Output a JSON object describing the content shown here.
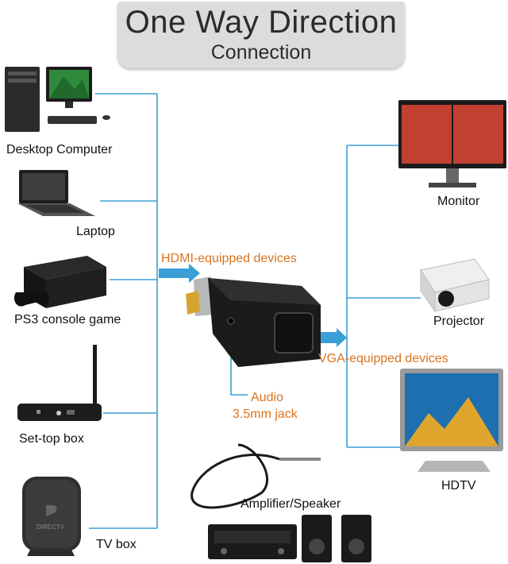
{
  "title": {
    "main": "One Way  Direction",
    "sub": "Connection"
  },
  "sources": {
    "desktop": "Desktop Computer",
    "laptop": "Laptop",
    "ps3": "PS3 console game",
    "settop": "Set-top box",
    "tvbox": "TV box"
  },
  "outputs": {
    "monitor": "Monitor",
    "projector": "Projector",
    "hdtv": "HDTV"
  },
  "center": {
    "hdmi_label": "HDMI-equipped devices",
    "vga_label": "VGA-equipped devices",
    "audio_line1": "Audio",
    "audio_line2": "3.5mm jack",
    "amp_label": "Amplifier/Speaker",
    "tvbox_brand": "DIRECTV"
  },
  "colors": {
    "line": "#3a9fd6",
    "orange": "#d9731f",
    "title_bg": "#dcdcdc"
  }
}
